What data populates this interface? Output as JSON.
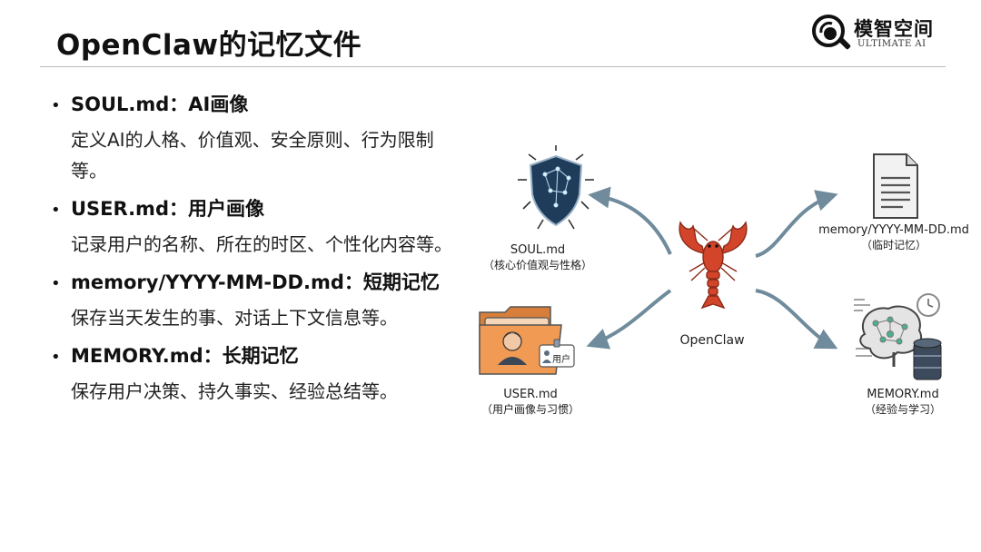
{
  "title": "OpenClaw的记忆文件",
  "logo": {
    "name": "模智空间",
    "sub": "ULTIMATE AI"
  },
  "bullets": [
    {
      "head": "SOUL.md：AI画像",
      "desc": "定义AI的人格、价值观、安全原则、行为限制等。"
    },
    {
      "head": "USER.md：用户画像",
      "desc": "记录用户的名称、所在的时区、个性化内容等。"
    },
    {
      "head": "memory/YYYY-MM-DD.md：短期记忆",
      "desc": "保存当天发生的事、对话上下文信息等。"
    },
    {
      "head": "MEMORY.md：长期记忆",
      "desc": "保存用户决策、持久事实、经验总结等。"
    }
  ],
  "diagram": {
    "center": "OpenClaw",
    "soul": {
      "name": "SOUL.md",
      "sub": "（核心价值观与性格）"
    },
    "user": {
      "name": "USER.md",
      "sub": "（用户画像与习惯）",
      "badge": "用户"
    },
    "memory": {
      "name": "memory/YYYY-MM-DD.md",
      "sub": "（临时记忆）"
    },
    "longterm": {
      "name": "MEMORY.md",
      "sub": "（经验与学习）"
    }
  },
  "colors": {
    "accent": "#6f8b9c",
    "lobster": "#d2452b",
    "shield": "#1f3d5a",
    "folder": "#f09a53"
  }
}
